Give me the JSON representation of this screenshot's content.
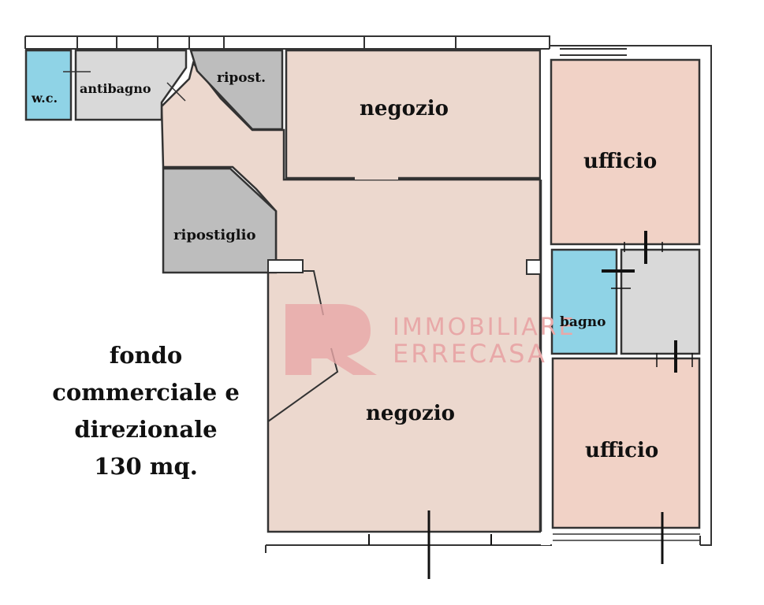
{
  "plan": {
    "rooms": {
      "wc": "w.c.",
      "antibagno": "antibagno",
      "ripost": "ripost.",
      "negozio_top": "negozio",
      "ripostiglio": "ripostiglio",
      "ufficio_top": "ufficio",
      "bagno": "bagno",
      "negozio_bottom": "negozio",
      "ufficio_bottom": "ufficio"
    },
    "description": {
      "line1": "fondo",
      "line2": "commerciale e",
      "line3": "direzionale",
      "line4": "130 mq."
    },
    "watermark": {
      "line1": "IMMOBILIARE",
      "line2": "ERRECASA"
    },
    "colors": {
      "main_floor": "#ecd8ce",
      "office": "#f1d2c6",
      "bathroom": "#8fd3e6",
      "storage_dark": "#bdbdbd",
      "storage_light": "#d9d9d9",
      "wall": "#333333",
      "watermark": "#e8a8a8"
    }
  }
}
